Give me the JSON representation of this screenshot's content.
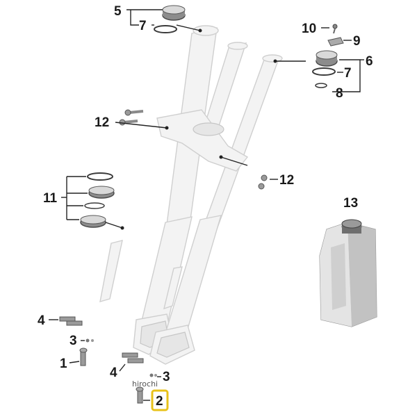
{
  "labels": {
    "l1": "1",
    "l2": "2",
    "l3a": "3",
    "l3b": "3",
    "l4a": "4",
    "l4b": "4",
    "l5": "5",
    "l6": "6",
    "l7a": "7",
    "l7b": "7",
    "l8": "8",
    "l9": "9",
    "l10": "10",
    "l11": "11",
    "l12a": "12",
    "l12b": "12",
    "l13": "13"
  },
  "selected_part": "2",
  "watermark": "hirochi",
  "colors": {
    "highlight": "#e8c21a",
    "ghost_part": "#f3f3f3",
    "text": "#1a1a1a"
  }
}
